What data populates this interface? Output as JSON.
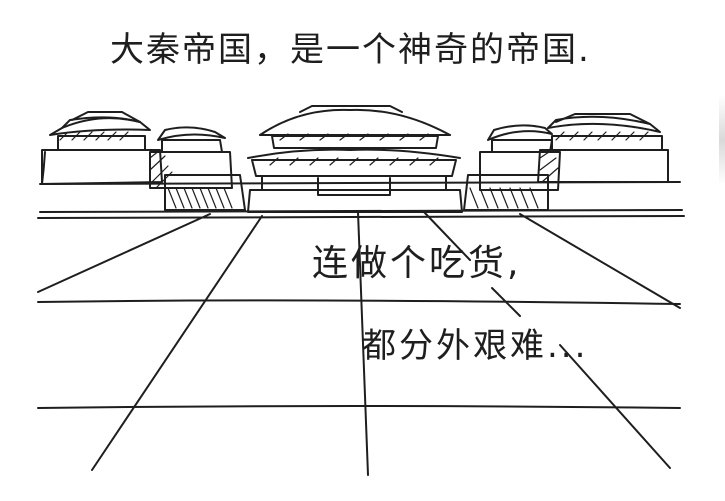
{
  "caption": {
    "title": "大秦帝国，是一个神奇的帝国.",
    "line1": "连做个吃货,",
    "line2": "都分外艰难..."
  },
  "colors": {
    "ink": "#1e1e1e",
    "paper": "#ffffff"
  },
  "illustration": {
    "subject": "hand-drawn imperial palace with hall, side towers and wall",
    "foreground": "paved courtyard with perspective grid lines"
  }
}
